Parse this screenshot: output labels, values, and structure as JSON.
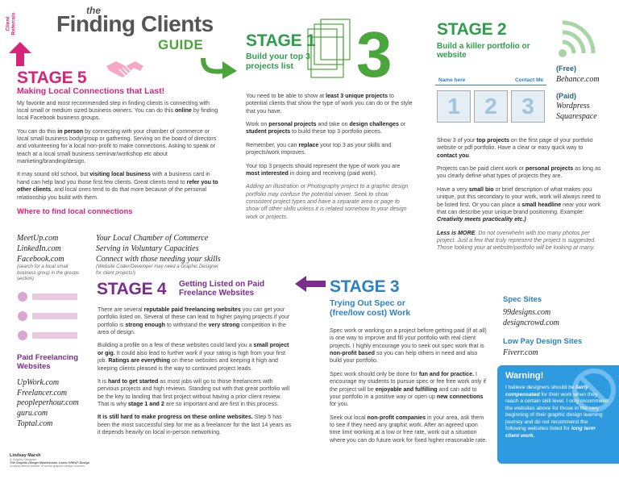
{
  "header": {
    "vertical_label": "Client Referrals",
    "the": "the",
    "title": "Finding Clients",
    "guide": "GUIDE"
  },
  "stage5": {
    "title": "STAGE 5",
    "subtitle": "Making Local Connections that Last!",
    "p1a": "My favorite and most recommended step in finding clients is connecting with local small or medium sized business owners. You can do this ",
    "p1b": "online",
    "p1c": " by finding local Facebook business groups.",
    "p2a": "You can do this ",
    "p2b": "in person",
    "p2c": " by connecting with your chamber of commerce or local small business body/group or gathering. Serving on the board of directors and volunteering for a local non-profit to make connections. Asking to speak or teach at a local small business seminar/workshop etc about marketing/branding/design.",
    "p3a": "It may sound old school, but ",
    "p3b": "visiting local business",
    "p3c": " with a business card in hand can help land you those first few clients. Great clients tend to ",
    "p3d": "refer you to other clients",
    "p3e": ", and local ones tend to do that more because of the personal relationship you build with them.",
    "where_title": "Where to find local connections",
    "left_list": [
      "MeetUp.com",
      "LinkedIn.com",
      "Facebook.com"
    ],
    "left_note": "(search for a local small business group in the groups section)",
    "right_list": [
      "Your Local Chamber of Commerce",
      "Serving in Voluntary Capacities",
      "Connect with those needing your skills"
    ],
    "right_note": "(Website Coder/Developer may need a Graphic Designer for client projects!)"
  },
  "stage1": {
    "title": "STAGE 1",
    "subtitle": "Build your top 3 projects list",
    "big_number": "3",
    "p1a": "You need to be able to show at ",
    "p1b": "least 3 unique projects",
    "p1c": " to potential clients that show the type of work you can do or the style that you have.",
    "p2a": "Work on ",
    "p2b": "personal projects",
    "p2c": " and take on ",
    "p2d": "design challenges",
    "p2e": " or ",
    "p2f": "student projects",
    "p2g": " to build these top 3 portfolio pieces.",
    "p3a": "Remember, you can ",
    "p3b": "replace",
    "p3c": " your top 3 as your skills and projects/work improves.",
    "p4a": "Your top 3 projects should represent the type of work you are ",
    "p4b": "most interested",
    "p4c": " in doing and receiving (paid work).",
    "p5": "Adding an illustration or Photography project to a graphic design portfolio may confuse the potential viewer. Seek to show consistent project types and have a separate area or page to show off other skills unless it is related somehow to your design work or projects."
  },
  "stage2": {
    "title": "STAGE 2",
    "subtitle": "Build a killer portfolio or website",
    "name_here": "Name here",
    "contact_me": "Contact Me",
    "boxes": [
      "1",
      "2",
      "3"
    ],
    "free_label": "(Free)",
    "free_sites": [
      "Behance.com"
    ],
    "paid_label": "(Paid)",
    "paid_sites": [
      "Wordpress",
      "Squarespace"
    ],
    "p1a": "Show 3 of your ",
    "p1b": "top projects",
    "p1c": " on the first page of your portfolio website or pdf portfolio. Have a clear or easy quick way to ",
    "p1d": "contact you",
    "p2a": "Projects can be paid client work or ",
    "p2b": "personal projects",
    "p2c": " as long as you clearly define what types of projects they are.",
    "p3a": "Have a very ",
    "p3b": "small bio",
    "p3c": " or brief description of what makes you unique, put this secondary to your work, work will always need to be listed first. Or you can place a ",
    "p3d": "small headline",
    "p3e": " near your work that can describe your unique brand positioning. Example: ",
    "p3f": "Creativity meets practicality etc.)",
    "p4a": "Less is MORE",
    "p4b": ". Do not overwhelm with too many photos per project. Just a few that truly represent the project is suggested. Those looking your at website/portfolio will be looking at many."
  },
  "stage3": {
    "title": "STAGE 3",
    "subtitle": "Trying Out Spec or (free/low cost) Work",
    "p1a": "Spec work or working on a project before getting paid (if at all) is one way to improve and fill your portfolio with real client projects. I highly encourage you to seek out spec work that is ",
    "p1b": "non-profit based",
    "p1c": " so you can help others in need and also build your portfolio.",
    "p2a": "Spec work should only be done for ",
    "p2b": "fun and for practice.",
    "p2c": " I encourage my students to pursue spec or fee free work only if the project will be ",
    "p2d": "enjoyable and fulfilling",
    "p2e": " and can add to your portfolio in a positive way or open up ",
    "p2f": "new connections",
    "p2g": " for you.",
    "p3a": "Seek out local ",
    "p3b": "non-profit companies",
    "p3c": " in your area, ask them to see if they need any graphic work. After an agreed upon time limit working at a low or free rate, work out a situation where you can do future work for fixed higher reasonable rate.",
    "spec_title": "Spec Sites",
    "spec_sites": [
      "99designs.com",
      "designcrowd.com"
    ],
    "low_title": "Low Pay Design Sites",
    "low_sites": [
      "Fiverr.com"
    ],
    "warning_title": "Warning!",
    "w_a": "I believe designers should be ",
    "w_b": "fairly compensated",
    "w_c": " for their work when they reach a certain skill level. I only recommend the websites above for those in the very beginning of their graphic design learning journey and do not recommend the following websites listed for ",
    "w_d": "long term client work."
  },
  "stage4": {
    "title": "STAGE 4",
    "subtitle": "Getting Listed on Paid Freelance Websites",
    "paid_title": "Paid Freelancing Websites",
    "sites": [
      "UpWork.com",
      "Freelancer.com",
      "peopleperhour.com",
      "guru.com",
      "Toptal.com"
    ],
    "p1a": "There are several ",
    "p1b": "reputable paid freelancing websites",
    "p1c": " you can get your portfolio listed on. Several of these can lead to higher paying projects if your portfolio is ",
    "p1d": "strong enough",
    "p1e": " to withstand the ",
    "p1f": "very strong",
    "p1g": " competition in the area of design.",
    "p2a": "Building a profile on a few of these websites could land you a ",
    "p2b": "small project or gig.",
    "p2c": " It could also lead to further work if your rating is high from your first job. ",
    "p2d": "Ratings are everything",
    "p2e": " on these websites and keeping it high and keeping clients pleased is the way to continued project leads.",
    "p3a": "It is ",
    "p3b": "hard to get started",
    "p3c": " as most jobs will go to those freelancers with pervious projects and high reviews. Standing out with that great portfolio will be the key to landing that first project without having a prior client review. That is why ",
    "p3d": "stage 1 and 2",
    "p3e": " are so important and are first in this process.",
    "p4a": "It is still hard to make progress on these online websites.",
    "p4b": " Step 5 has been the most successful step for me as a freelancer for the last 14 years as it depends heavily on local in-person networking."
  },
  "author": {
    "name": "Lindsay Marsh",
    "line2": "& Graphic Designer",
    "line3": "The Graphic Design Masterclass: Learn GREAT Design",
    "line4": "Lindsay Marsh creator of online graphic design courses"
  }
}
